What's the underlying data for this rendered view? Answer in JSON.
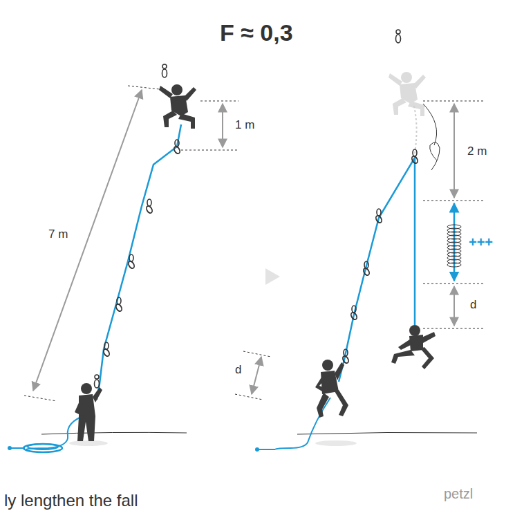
{
  "diagram": {
    "title": "F ≈ 0,3",
    "labels": [
      "1 m",
      "7 m",
      "2 m",
      "+++",
      "d",
      "d",
      "petzl",
      "ly lengthen the fall"
    ]
  }
}
